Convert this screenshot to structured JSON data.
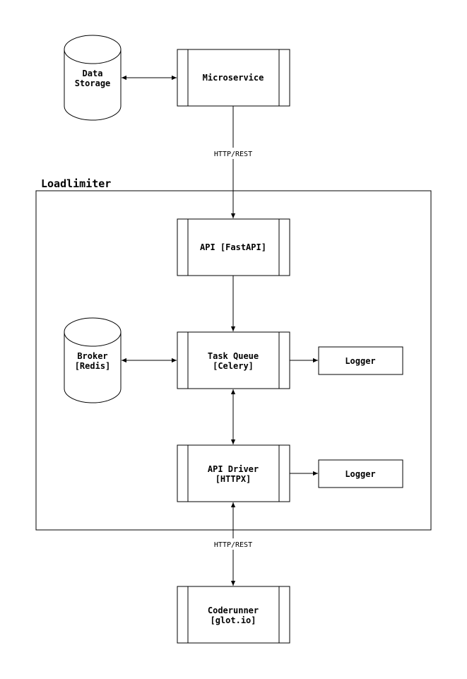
{
  "nodes": {
    "data_storage": [
      "Data",
      "Storage"
    ],
    "microservice": [
      "Microservice"
    ],
    "api": [
      "API [FastAPI]"
    ],
    "broker": [
      "Broker",
      "[Redis]"
    ],
    "task_queue": [
      "Task Queue",
      "[Celery]"
    ],
    "logger_1": [
      "Logger"
    ],
    "api_driver": [
      "API Driver",
      "[HTTPX]"
    ],
    "logger_2": [
      "Logger"
    ],
    "coderunner": [
      "Coderunner",
      "[glot.io]"
    ]
  },
  "edges": {
    "microservice_to_api": "HTTP/REST",
    "driver_to_coderunner": "HTTP/REST"
  },
  "groups": {
    "loadlimiter": "Loadlimiter"
  },
  "colors": {
    "stroke": "#000000",
    "fill": "#ffffff"
  }
}
